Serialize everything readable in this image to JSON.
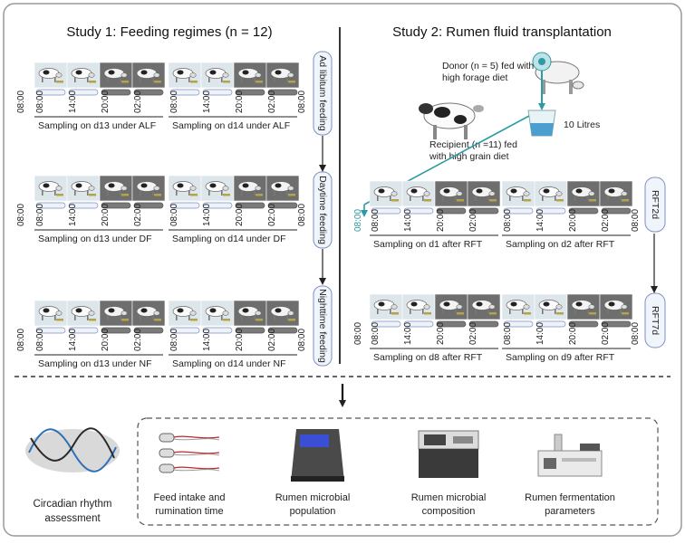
{
  "study1": {
    "title": "Study 1: Feeding regimes (n = 12)",
    "regimes": [
      {
        "label": "Ad libitum feeding",
        "day1": "Sampling on d13 under ALF",
        "day2": "Sampling on d14 under ALF"
      },
      {
        "label": "Daytime feeding",
        "day1": "Sampling on d13 under DF",
        "day2": "Sampling on d14 under DF"
      },
      {
        "label": "Nighttime feeding",
        "day1": "Sampling on d13 under NF",
        "day2": "Sampling on d14 under NF"
      }
    ]
  },
  "study2": {
    "title": "Study 2: Rumen fluid transplantation",
    "donor": [
      "Donor (n = 5) fed with",
      "high forage diet"
    ],
    "volume": "10 Litres",
    "recipient": [
      "Recipient (n =11) fed",
      "with high grain diet"
    ],
    "first_time": "08:00",
    "phases": [
      {
        "label": "RFT2d",
        "day1": "Sampling on d1 after RFT",
        "day2": "Sampling on d2 after RFT"
      },
      {
        "label": "RFT7d",
        "day1": "Sampling on d8 after RFT",
        "day2": "Sampling on d9 after RFT"
      }
    ]
  },
  "times": [
    "08:00",
    "14:00",
    "20:00",
    "02:00"
  ],
  "bottom": {
    "circadian": [
      "Circadian rhythm",
      "assessment"
    ],
    "items": [
      {
        "icon": "sensor-icon",
        "lines": [
          "Feed intake and",
          "rumination time"
        ]
      },
      {
        "icon": "pcr-machine-icon",
        "lines": [
          "Rumen microbial",
          "population"
        ]
      },
      {
        "icon": "sequencer-icon",
        "lines": [
          "Rumen microbial",
          "composition"
        ]
      },
      {
        "icon": "gas-chromatograph-icon",
        "lines": [
          "Rumen fermentation",
          "parameters"
        ]
      }
    ]
  },
  "colors": {
    "day_bg": "#dde6ea",
    "night_bg": "#6e6e6e",
    "teal": "#2e9aa3",
    "pill": "#eef3fa",
    "pill_border": "#7f8fc2"
  }
}
